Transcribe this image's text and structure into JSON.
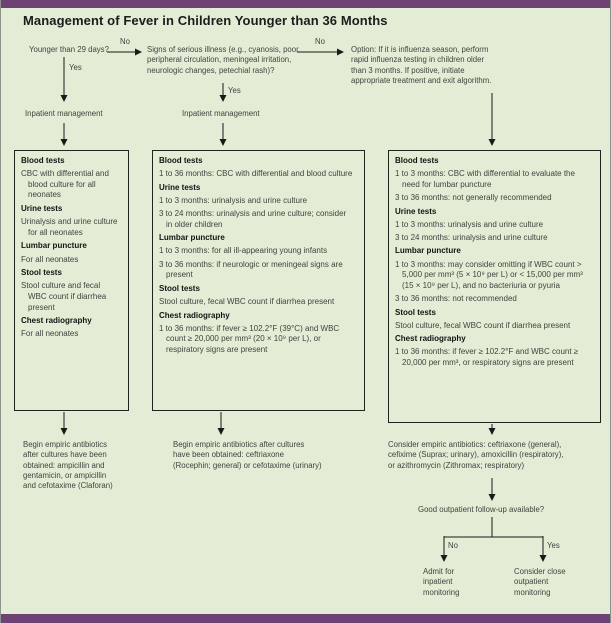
{
  "title": "Management of Fever in Children Younger than 36 Months",
  "colors": {
    "background": "#e3ecd5",
    "accent_bar": "#6e4273",
    "box_border": "#1f241f",
    "body_text": "#3f4540"
  },
  "decision_row": {
    "q1": "Younger than 29 days?",
    "no1": "No",
    "yes1": "Yes",
    "q2": "Signs of serious illness (e.g., cyanosis, poor\nperipheral circulation, meningeal irritation,\nneurologic changes, petechial rash)?",
    "no2": "No",
    "yes2": "Yes",
    "option": "Option: If it is influenza season, perform\nrapid influenza testing in children older\nthan 3 months. If positive, initiate\nappropriate treatment and exit algorithm.",
    "inpatient_left": "Inpatient management",
    "inpatient_middle": "Inpatient management"
  },
  "boxes": [
    {
      "id": "neonate-workup",
      "sections": [
        {
          "heading": "Blood tests",
          "items": [
            "CBC with differential and blood culture for all neonates"
          ]
        },
        {
          "heading": "Urine tests",
          "items": [
            "Urinalysis and urine culture for all neonates"
          ]
        },
        {
          "heading": "Lumbar puncture",
          "items": [
            "For all neonates"
          ]
        },
        {
          "heading": "Stool tests",
          "items": [
            "Stool culture and fecal WBC count if diarrhea present"
          ]
        },
        {
          "heading": "Chest radiography",
          "items": [
            "For all neonates"
          ]
        }
      ]
    },
    {
      "id": "serious-illness-workup",
      "sections": [
        {
          "heading": "Blood tests",
          "items": [
            "1 to 36 months: CBC with differential and blood culture"
          ]
        },
        {
          "heading": "Urine tests",
          "items": [
            "1 to 3 months: urinalysis and urine culture",
            "3 to 24 months: urinalysis and urine culture; consider in older children"
          ]
        },
        {
          "heading": "Lumbar puncture",
          "items": [
            "1 to 3 months: for all ill-appearing young infants",
            "3 to 36 months: if neurologic or meningeal signs are present"
          ]
        },
        {
          "heading": "Stool tests",
          "items": [
            "Stool culture, fecal WBC count if diarrhea present"
          ]
        },
        {
          "heading": "Chest radiography",
          "items": [
            "1 to 36 months: if fever ≥ 102.2°F (39°C) and WBC count ≥ 20,000 per mm³ (20 × 10⁹ per L), or respiratory signs are present"
          ]
        }
      ]
    },
    {
      "id": "low-risk-workup",
      "sections": [
        {
          "heading": "Blood tests",
          "items": [
            "1 to 3 months: CBC with differential to evaluate the need for lumbar puncture",
            "3 to 36 months: not generally recommended"
          ]
        },
        {
          "heading": "Urine tests",
          "items": [
            "1 to 3 months: urinalysis and urine culture",
            "3 to 24 months: urinalysis and urine culture"
          ]
        },
        {
          "heading": "Lumbar puncture",
          "items": [
            "1 to 3 months: may consider omitting if WBC count > 5,000 per mm³ (5 × 10⁹ per L) or < 15,000 per mm³ (15 × 10⁹ per L), and no bacteriuria or pyuria",
            "3 to 36 months: not recommended"
          ]
        },
        {
          "heading": "Stool tests",
          "items": [
            "Stool culture, fecal WBC count if diarrhea present"
          ]
        },
        {
          "heading": "Chest radiography",
          "items": [
            "1 to 36 months: if fever ≥ 102.2°F and WBC count ≥ 20,000 per mm³, or respiratory signs are present"
          ]
        }
      ]
    }
  ],
  "outcomes": {
    "left": "Begin empiric antibiotics\nafter cultures have been\nobtained: ampicillin and\ngentamicin, or ampicillin\nand cefotaxime (Claforan)",
    "middle": "Begin empiric antibiotics after cultures\nhave been obtained: ceftriaxone\n(Rocephin; general) or cefotaxime (urinary)",
    "right": "Consider empiric antibiotics: ceftriaxone (general),\ncefixime (Suprax; urinary), amoxicillin (respiratory),\nor azithromycin (Zithromax; respiratory)"
  },
  "followup": {
    "question": "Good outpatient follow-up available?",
    "no_label": "No",
    "yes_label": "Yes",
    "no_outcome": "Admit for\ninpatient\nmonitoring",
    "yes_outcome": "Consider close\noutpatient\nmonitoring"
  }
}
